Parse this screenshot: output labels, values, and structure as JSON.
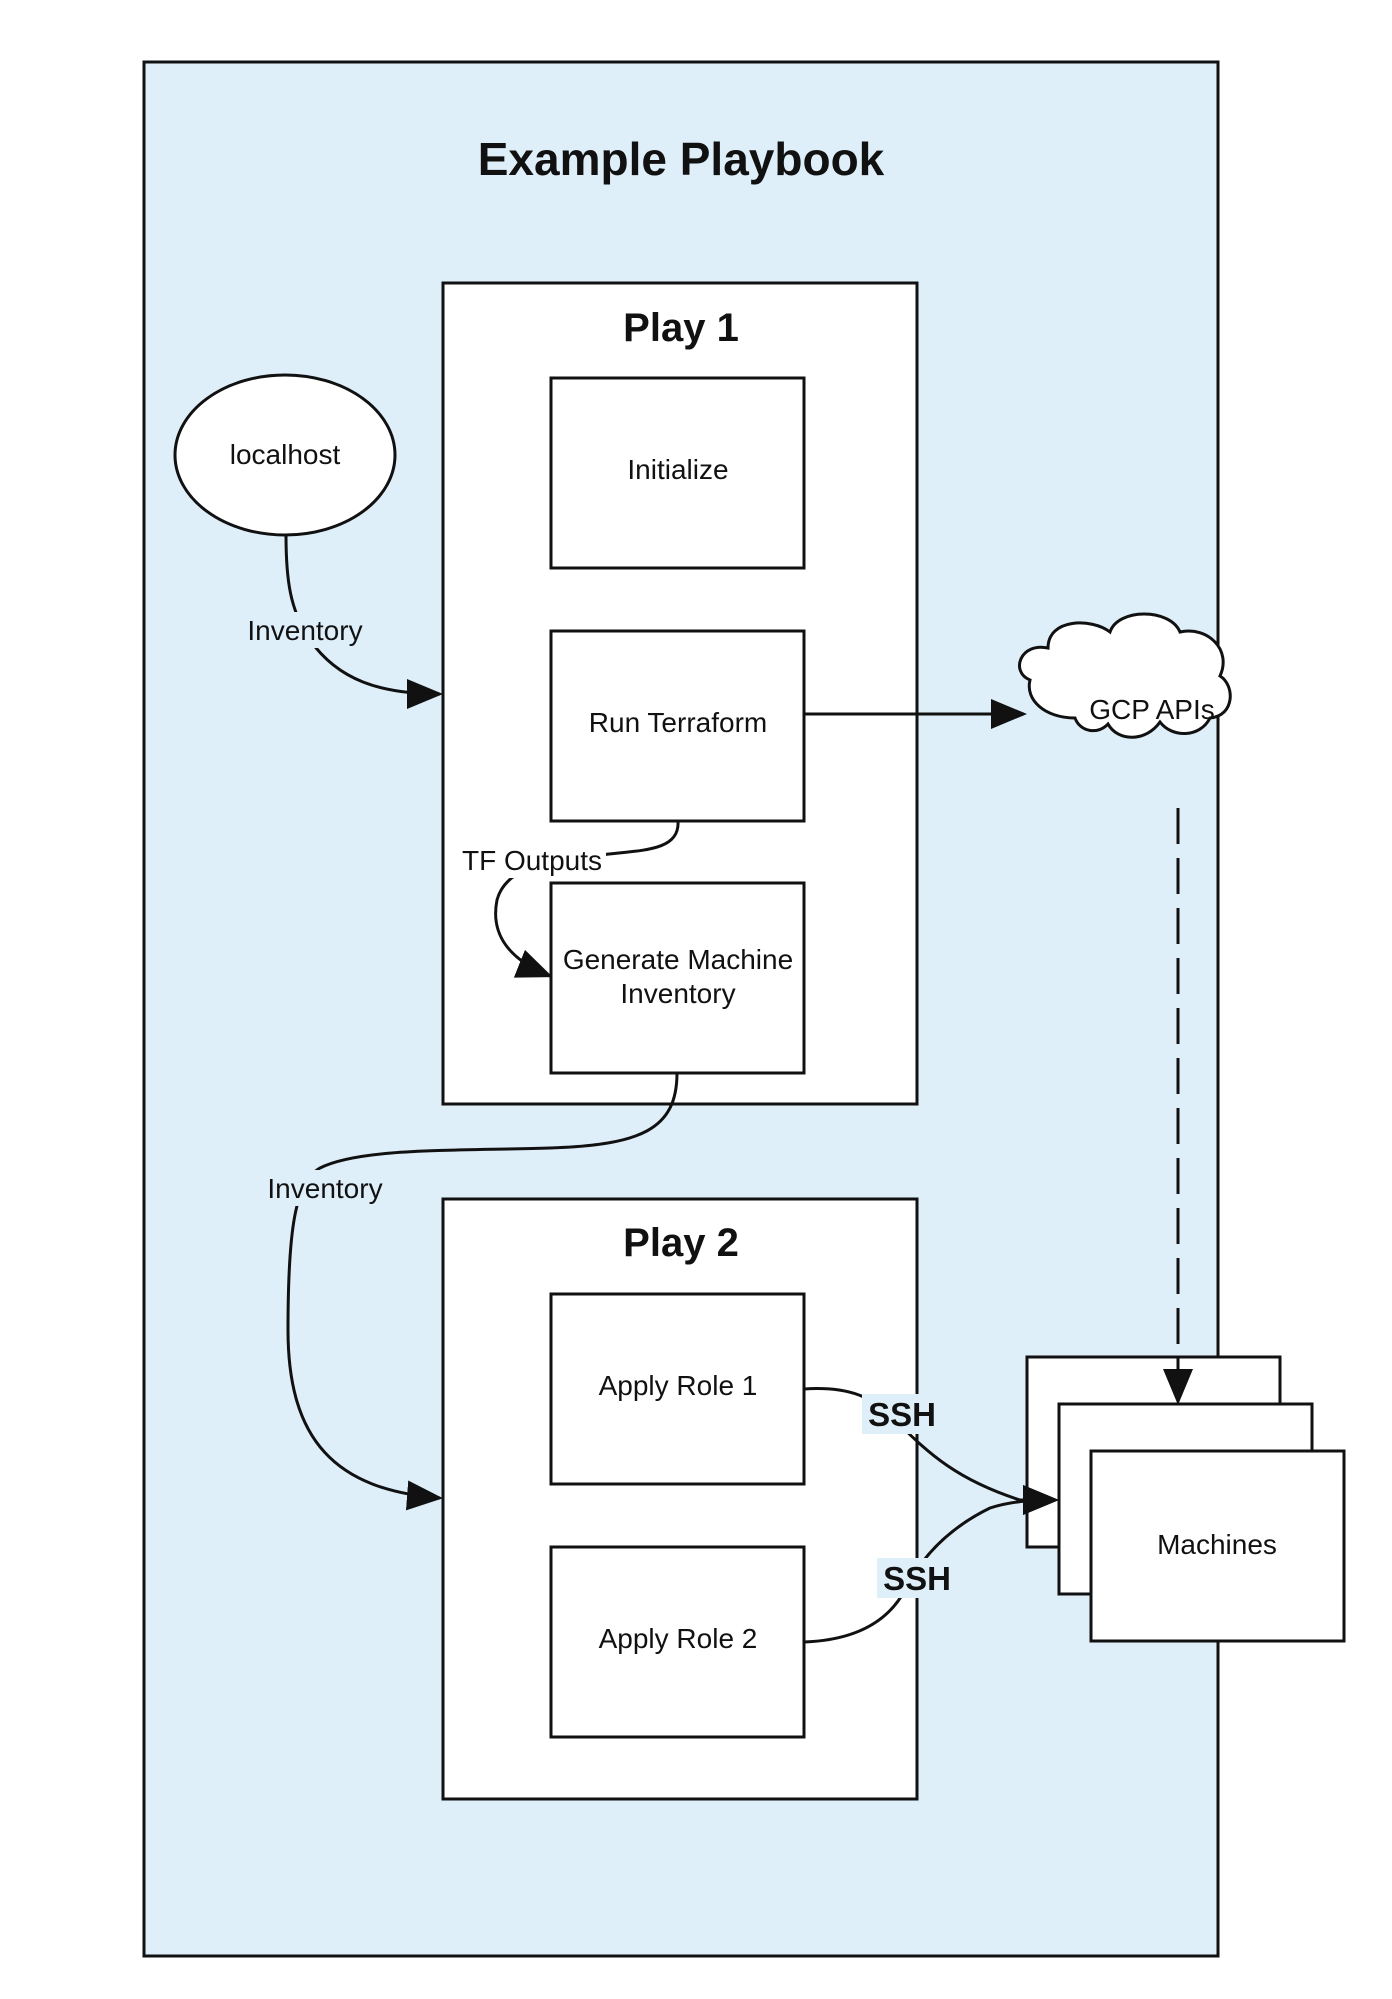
{
  "title": "Example Playbook",
  "colors": {
    "playbook_fill": "#dfeffa",
    "stroke": "#111111",
    "box_fill": "#ffffff"
  },
  "play1": {
    "title": "Play 1",
    "tasks": [
      "Initialize",
      "Run Terraform",
      "Generate Machine",
      "Inventory"
    ]
  },
  "play2": {
    "title": "Play 2",
    "tasks": [
      "Apply Role 1",
      "Apply Role 2"
    ]
  },
  "nodes": {
    "localhost": "localhost",
    "gcp": "GCP APIs",
    "machines": "Machines"
  },
  "edges": {
    "inventory_top": "Inventory",
    "tf_outputs": "TF Outputs",
    "inventory_mid": "Inventory",
    "ssh_1": "SSH",
    "ssh_2": "SSH"
  }
}
